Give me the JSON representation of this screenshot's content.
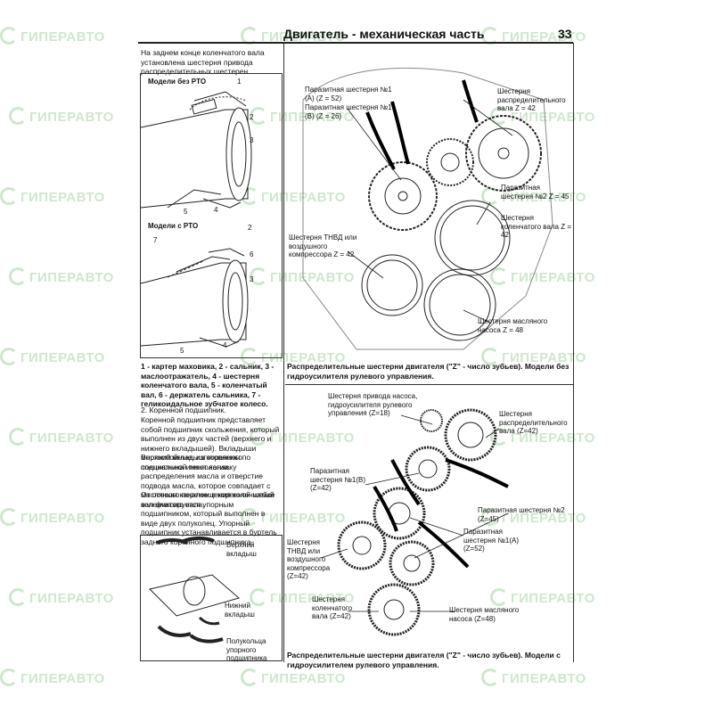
{
  "watermark": "ГИПЕРАВТО",
  "header": {
    "title": "Двигатель - механическая часть",
    "page_number": "33"
  },
  "left_column": {
    "intro": "На заднем конце коленчатого вала установлена шестерня привода распределительных шестерен.",
    "box1": {
      "title_no_pto": "Модели без PTO",
      "title_pto": "Модели с PTO",
      "numbers_top": [
        "1",
        "2",
        "3",
        "4",
        "5"
      ],
      "numbers_bottom": [
        "2",
        "6",
        "7",
        "3",
        "5",
        "4"
      ]
    },
    "caption": "1 - картер маховика, 2 - сальник, 3 - маслоотражатель, 4 - шестерня коленчатого вала, 5 - коленчатый вал, 6 - держатель сальника, 7 - геликоидальное зубчатое колесо.",
    "body_paragraphs": [
      "2. Коренной подшипник.",
      "Коренной подшипник представляет собой подшипник скольжения, который выполнен из двух частей (верхнего и нижнего вкладышей). Вкладыши многослойные, изготовлены по специальной технологии.",
      "Верхний вкладыш коренного подшипника имеет канавку распределения масла и отверстие подвода масла, которое совпадает с масляным каналом в коренной шейке коленчатого вала.",
      "От осевого перемещения коленчатый вал фиксируется упорным подшипником, который выполнен в виде двух полуколец. Упорный подшипник устанавливается в буртель заднего коренного подшипника."
    ],
    "box2": {
      "upper": "Верхний вкладыш",
      "lower": "Нижний вкладыш",
      "thrust": "Полукольца упорного подшипника"
    }
  },
  "right_column": {
    "fig1": {
      "labels": {
        "idler1a": "Паразитная шестерня №1 (A) (Z = 52)",
        "idler1b": "Паразитная шестерня №1 (B) (Z = 26)",
        "cam": "Шестерня распределительного вала Z = 42",
        "idler2": "Паразитная шестерня №2 Z = 45",
        "crank": "Шестерня коленчатого вала Z = 42",
        "tnvd": "Шестерня ТНВД или воздушного компрессора Z = 42",
        "oil": "Шестерня масляного насоса Z = 48"
      },
      "caption": "Распределительные шестерни двигателя (\"Z\" - число зубьев). Модели без гидроусилителя рулевого управления."
    },
    "fig2": {
      "labels": {
        "pump": "Шестерня привода насоса, гидроусилителя рулевого управления (Z=18)",
        "cam": "Шестерня распределительного вала (Z=42)",
        "idler1b": "Паразитная шестерня №1(B) (Z=42)",
        "idler2": "Паразитная шестерня №2 (Z=45)",
        "idler1a": "Паразитная шестерня №1(A) (Z=52)",
        "tnvd": "Шестерня ТНВД или воздушного компрессора (Z=42)",
        "crank": "Шестерня коленчатого вала (Z=42)",
        "oil": "Шестерня масляного насоса (Z=48)"
      },
      "caption": "Распределительные шестерни двигателя (\"Z\" - число зубьев). Модели с гидроусилителем рулевого управления."
    }
  }
}
